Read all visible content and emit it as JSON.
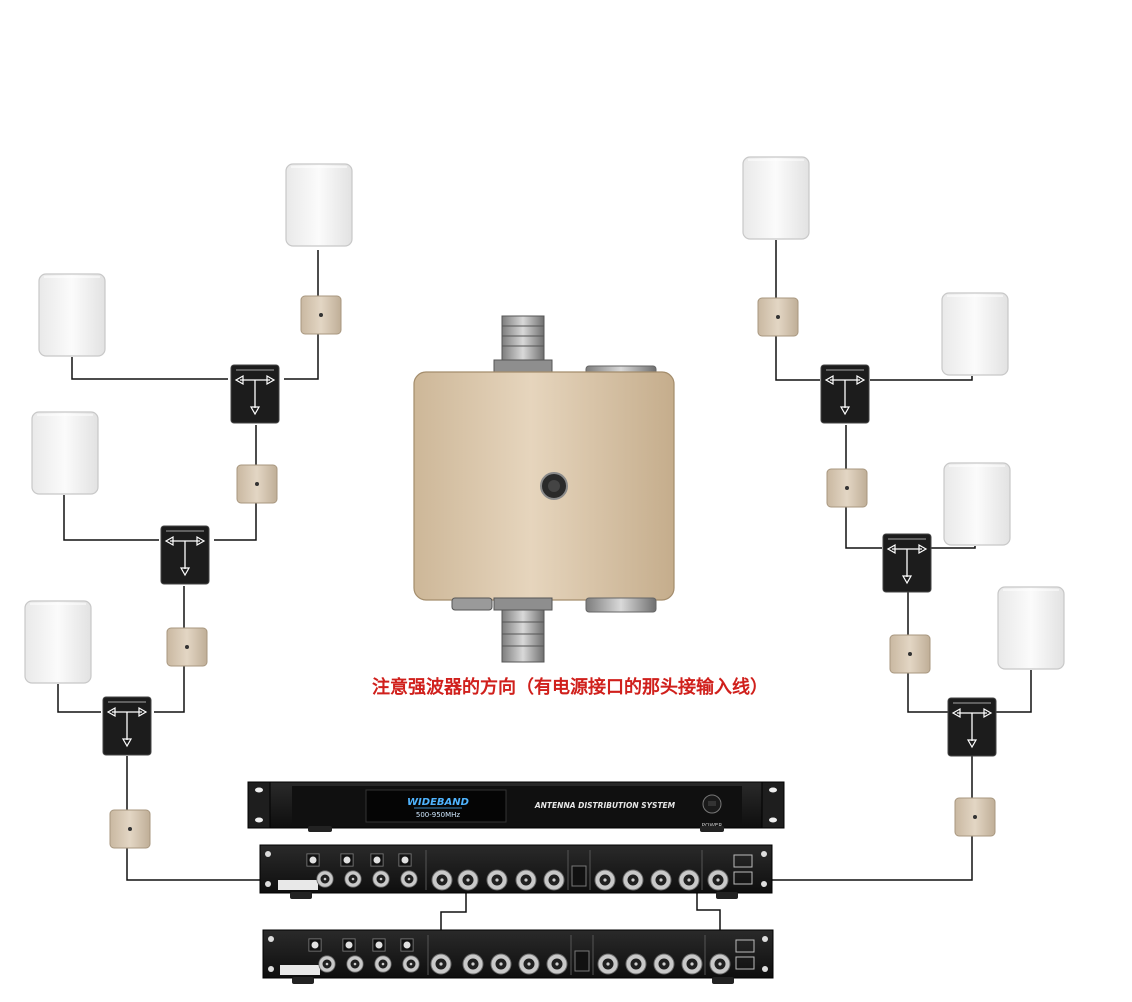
{
  "caption": {
    "text": "注意强波器的方向（有电源接口的那头接输入线）",
    "color": "#d0201c"
  },
  "distribution_system": {
    "brand": "WIDEBAND",
    "band": "500-950MHz",
    "name": "ANTENNA  DISTRIBUTION  SYSTEM",
    "power_label": "POWER"
  },
  "colors": {
    "antenna": "#f2f2f2",
    "amplifier": "#d6c7b2",
    "booster_body": "#d8c3a6",
    "splitter": "#1c1c1c",
    "rack": "#161616",
    "cable": "#111111"
  }
}
